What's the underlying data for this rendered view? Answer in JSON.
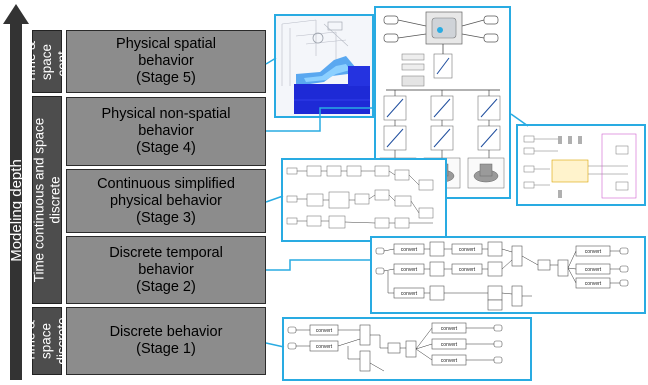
{
  "axis": {
    "label": "Modeling depth"
  },
  "bands": [
    {
      "label": "Time &\nspace\ncont."
    },
    {
      "label": "Time continuous and space\ndiscrete"
    },
    {
      "label": "Time &\nspace\ndiscrete"
    }
  ],
  "stages": [
    {
      "label": "Physical spatial\nbehavior\n(Stage 5)"
    },
    {
      "label": "Physical non-spatial\nbehavior\n(Stage 4)"
    },
    {
      "label": "Continuous simplified\nphysical behavior\n(Stage 3)"
    },
    {
      "label": "Discrete temporal\nbehavior\n(Stage 2)"
    },
    {
      "label": "Discrete behavior\n(Stage 1)"
    }
  ],
  "model_text": {
    "convert": "convert"
  },
  "colors": {
    "accent": "#29abe2",
    "axis": "#333333",
    "band": "#4d4d4d",
    "stage": "#8c8c8c",
    "fem_dark": "#1e2ad6",
    "fem_light": "#5aa8f0"
  }
}
